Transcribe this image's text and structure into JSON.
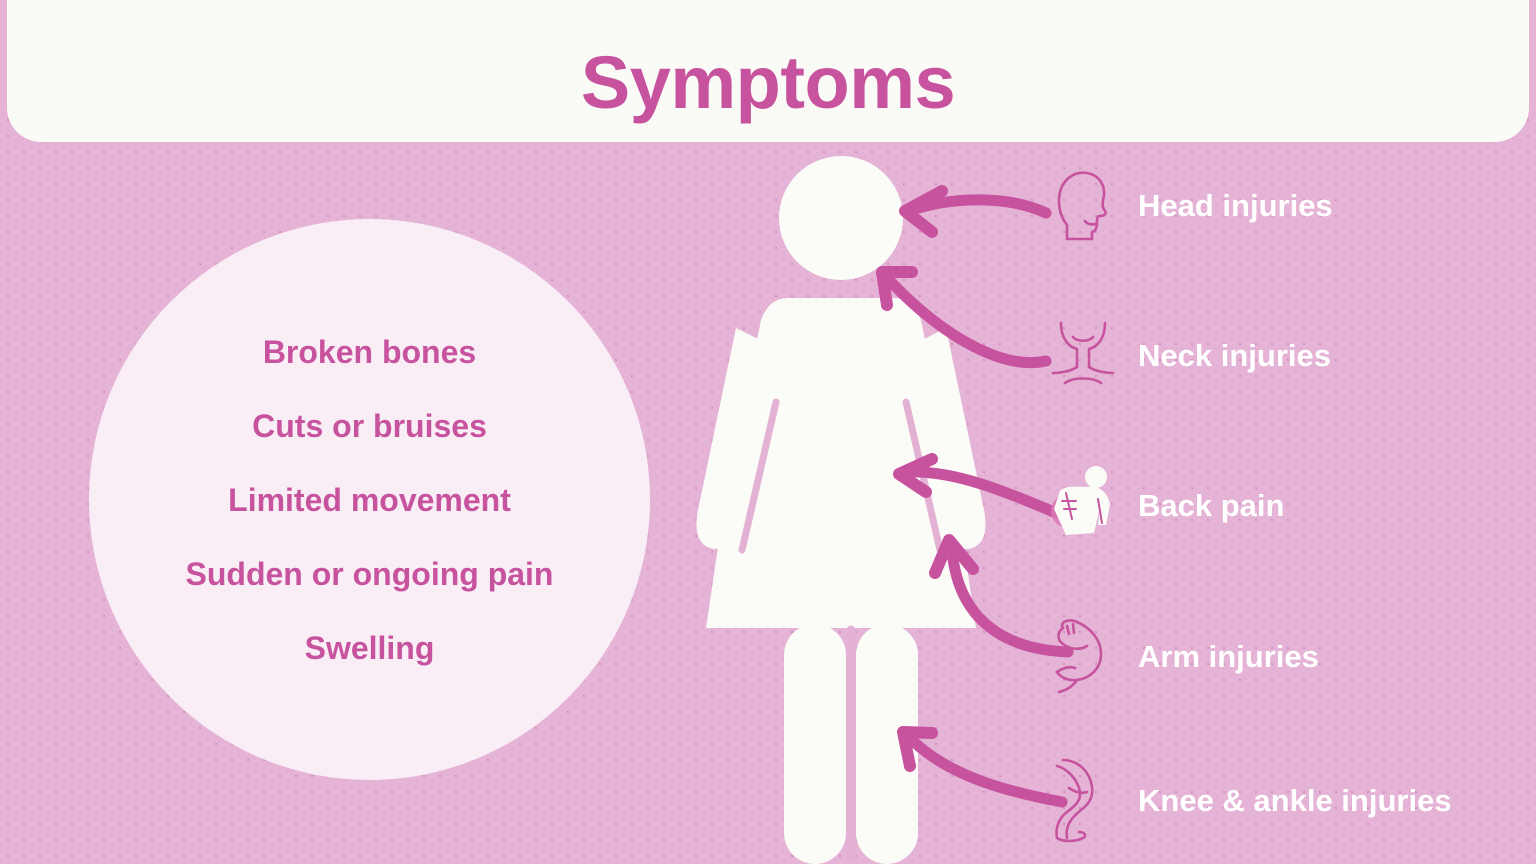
{
  "header": {
    "title": "Symptoms"
  },
  "theme": {
    "background_pink": "#e5b3d6",
    "accent_magenta": "#c7529e",
    "circle_fill": "#f9eef6",
    "header_fill": "#fafaf7",
    "label_text_color": "#ffffff",
    "figure_fill": "#fbfbf8"
  },
  "symptom_circle": {
    "items": [
      {
        "label": "Broken bones"
      },
      {
        "label": "Cuts or bruises"
      },
      {
        "label": "Limited movement"
      },
      {
        "label": "Sudden or ongoing pain"
      },
      {
        "label": "Swelling"
      }
    ]
  },
  "figure": {
    "name": "female-body-pictogram",
    "description": "White female silhouette pictogram with circular head, dress torso and two legs"
  },
  "injury_labels": [
    {
      "id": "head",
      "label": "Head injuries",
      "icon": "head-profile-icon",
      "arrow": "curved-arrow-to-head"
    },
    {
      "id": "neck",
      "label": "Neck injuries",
      "icon": "neck-throat-icon",
      "arrow": "curved-arrow-to-neck"
    },
    {
      "id": "back",
      "label": "Back pain",
      "icon": "bent-back-person-icon",
      "arrow": "curved-arrow-to-back"
    },
    {
      "id": "arm",
      "label": "Arm injuries",
      "icon": "flexed-bicep-icon",
      "arrow": "curved-arrow-to-arm"
    },
    {
      "id": "knee",
      "label": "Knee & ankle injuries",
      "icon": "bent-leg-icon",
      "arrow": "curved-arrow-to-leg"
    }
  ]
}
